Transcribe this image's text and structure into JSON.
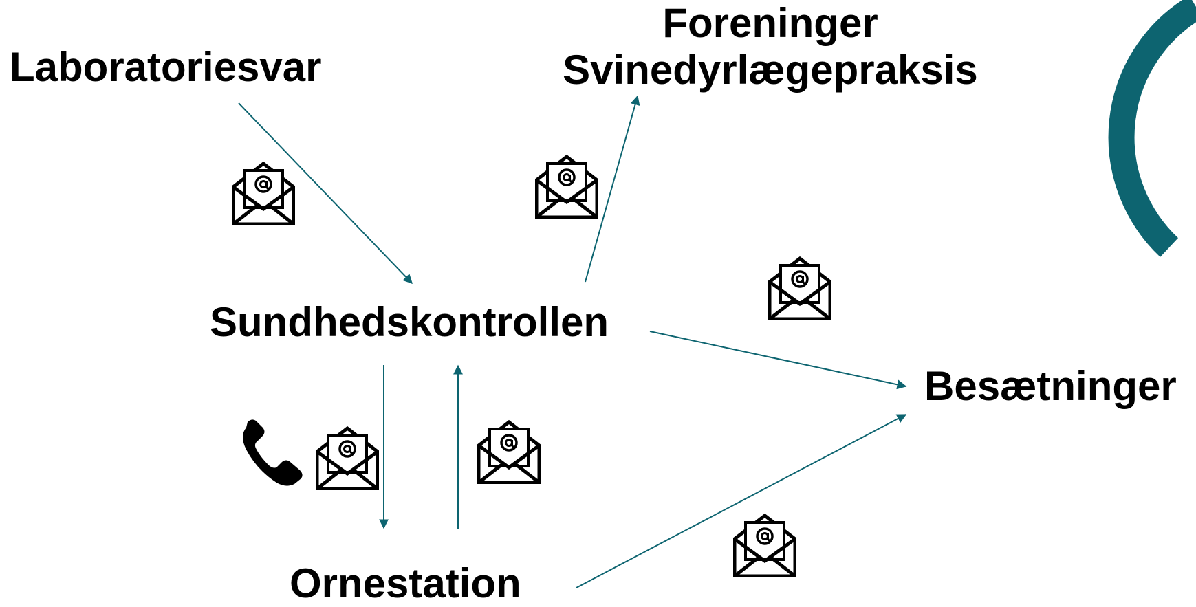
{
  "colors": {
    "arrow": "#0d6470",
    "text": "#000000",
    "logo_ring": "#0d6470",
    "background": "#ffffff"
  },
  "nodes": {
    "laboratoriesvar": "Laboratoriesvar",
    "foreninger_line1": "Foreninger",
    "foreninger_line2": "Svinedyrlægepraksis",
    "sundhedskontrollen": "Sundhedskontrollen",
    "besaetninger": "Besætninger",
    "ornestation": "Ornestation"
  },
  "edges": [
    {
      "from": "Laboratoriesvar",
      "to": "Sundhedskontrollen",
      "channel": "email"
    },
    {
      "from": "Sundhedskontrollen",
      "to": "Foreninger / Svinedyrlægepraksis",
      "channel": "email"
    },
    {
      "from": "Sundhedskontrollen",
      "to": "Besætninger",
      "channel": "email"
    },
    {
      "from": "Sundhedskontrollen",
      "to": "Ornestation",
      "channel": "phone + email"
    },
    {
      "from": "Ornestation",
      "to": "Sundhedskontrollen",
      "channel": "email"
    },
    {
      "from": "Ornestation",
      "to": "Besætninger",
      "channel": "email"
    }
  ],
  "icons": {
    "email": "email-envelope-icon",
    "phone": "phone-handset-icon",
    "logo": "logo-ring"
  }
}
